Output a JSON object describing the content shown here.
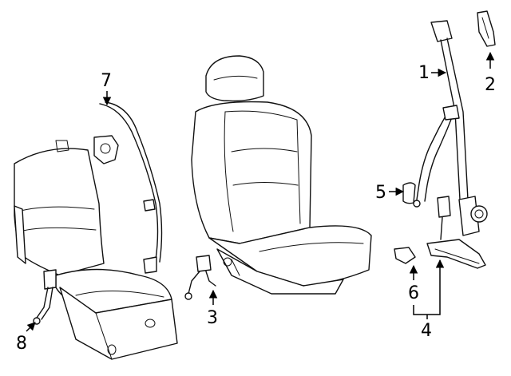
{
  "callouts": [
    {
      "id": "1",
      "text": "1"
    },
    {
      "id": "2",
      "text": "2"
    },
    {
      "id": "3",
      "text": "3"
    },
    {
      "id": "4",
      "text": "4"
    },
    {
      "id": "5",
      "text": "5"
    },
    {
      "id": "6",
      "text": "6"
    },
    {
      "id": "7",
      "text": "7"
    },
    {
      "id": "8",
      "text": "8"
    }
  ],
  "colors": {
    "line": "#111111",
    "background": "#ffffff"
  }
}
